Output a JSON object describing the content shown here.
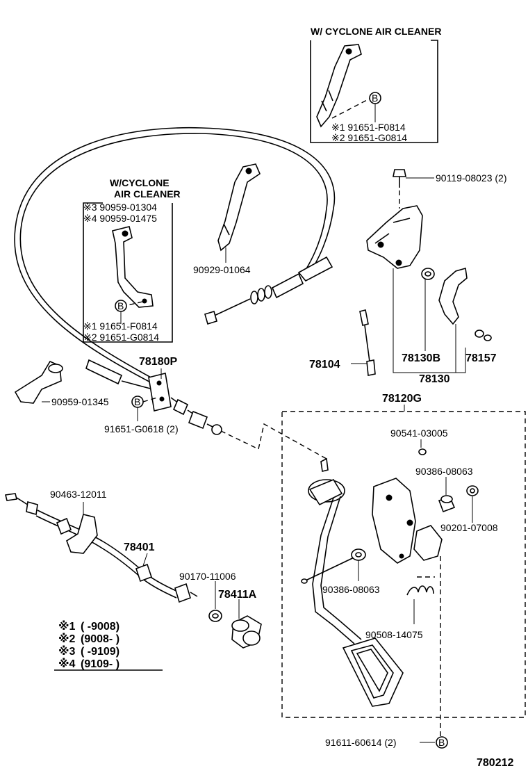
{
  "callouts": {
    "top_inset_title": "W/ CYCLONE AIR CLEANER",
    "top_inset_p1": "※1 91651-F0814",
    "top_inset_p2": "※2 91651-G0814",
    "bolt_90119": "90119-08023 (2)",
    "left_inset_title1": "W/CYCLONE",
    "left_inset_title2": "AIR CLEANER",
    "left_inset_a": "※3 90959-01304",
    "left_inset_b": "※4 90959-01475",
    "left_inset_c": "※1 91651-F0814",
    "left_inset_d": "※2 91651-G0814",
    "p90929": "90929-01064",
    "p78180P": "78180P",
    "p90959": "90959-01345",
    "p91651": "91651-G0618 (2)",
    "p78104": "78104",
    "p78130B": "78130B",
    "p78157": "78157",
    "p78130": "78130",
    "p78120G": "78120G",
    "p90541": "90541-03005",
    "p90386a": "90386-08063",
    "p90201": "90201-07008",
    "p90386b": "90386-08063",
    "p90508": "90508-14075",
    "p90463": "90463-12011",
    "p78401": "78401",
    "p90170": "90170-11006",
    "p78411A": "78411A",
    "p91611": "91611-60614 (2)",
    "diagram_number": "780212"
  },
  "legend": [
    {
      "mark": "※1",
      "range": "(        -9008)"
    },
    {
      "mark": "※2",
      "range": "(9008-        )"
    },
    {
      "mark": "※3",
      "range": "(        -9109)"
    },
    {
      "mark": "※4",
      "range": "(9109-        )"
    }
  ],
  "marker_letter": "B"
}
